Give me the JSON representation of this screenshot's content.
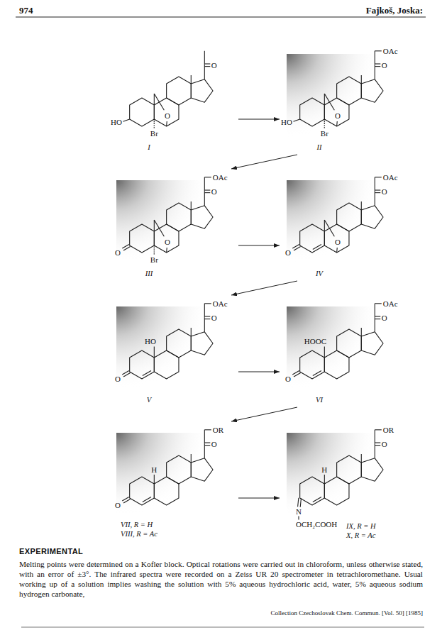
{
  "diagram": {
    "nodes": [
      {
        "text": [
          "O",
          "O",
          "HO",
          "Br",
          "I"
        ]
      },
      {
        "text": [
          "OAc",
          "O",
          "O",
          "HO",
          "Br",
          "II"
        ]
      },
      {
        "text": [
          "OAc",
          "O",
          "O",
          "O",
          "Br",
          "III"
        ]
      },
      {
        "text": [
          "OAc",
          "O",
          "O",
          "O",
          "IV"
        ]
      },
      {
        "text": [
          "OAc",
          "O",
          "HO",
          "O",
          "V"
        ]
      },
      {
        "text": [
          "OAc",
          "O",
          "HOOC",
          "O",
          "VI"
        ]
      },
      {
        "text": [
          "OR",
          "O",
          "H",
          "O",
          "VII, R = H",
          "VIII, R = Ac"
        ]
      },
      {
        "text": [
          "OR",
          "O",
          "H",
          "N",
          "OCH₂COOH",
          "IX, R = H",
          "X, R = Ac"
        ]
      }
    ],
    "edges": [
      {
        "from": 0,
        "to": 1,
        "arrow": "to"
      },
      {
        "from": 1,
        "to": 2,
        "arrow": "to"
      },
      {
        "from": 2,
        "to": 3,
        "arrow": "to"
      },
      {
        "from": 3,
        "to": 4,
        "arrow": "to"
      },
      {
        "from": 4,
        "to": 5,
        "arrow": "to"
      },
      {
        "from": 5,
        "to": 6,
        "arrow": "to"
      },
      {
        "from": 6,
        "to": 7,
        "arrow": "to"
      }
    ],
    "labels": [
      "974",
      "Fajkoš, Joska:",
      "EXPERIMENTAL",
      "Melting points were determined on a Kofler block. Optical rotations were carried out in chloroform, unless otherwise stated, with an error of ±3°. The infrared spectra were recorded on a Zeiss UR 20 spectrometer in tetrachloromethane. Usual working up of a solution implies washing the solution with 5% aqueous hydrochloric acid, water, 5% aqueous sodium hydrogen carbonate,",
      "Collection Czechoslovak Chem. Commun. [Vol. 50] [1985]"
    ]
  }
}
